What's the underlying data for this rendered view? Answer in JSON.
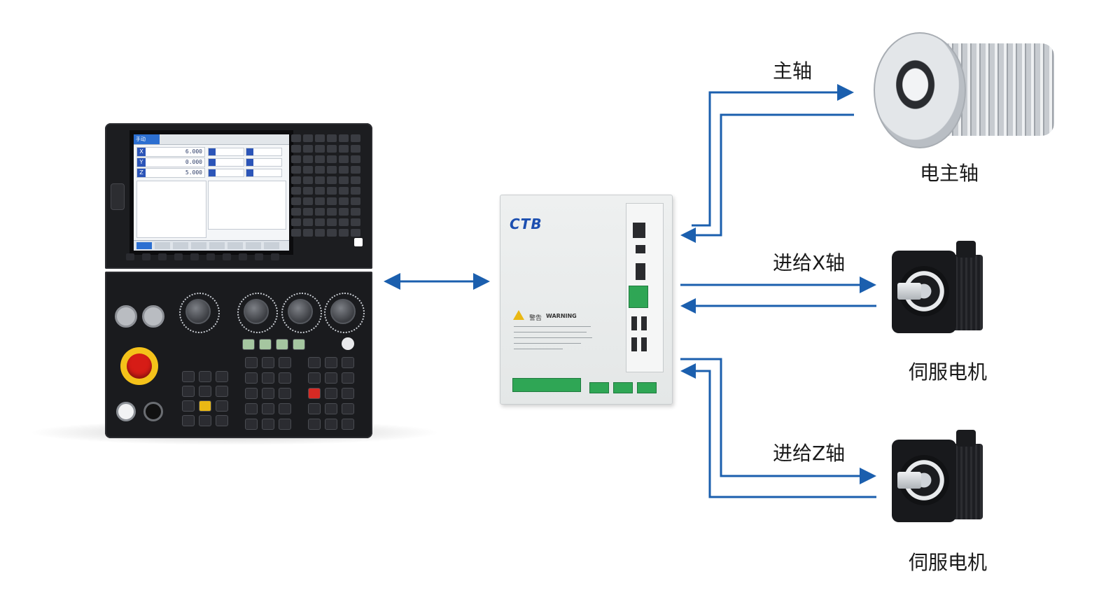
{
  "devices": {
    "cnc_panel": "",
    "controller": {
      "logo": "CTB",
      "warning": "WARNING",
      "warning_zh": "警告"
    },
    "spindle": {
      "label": "电主轴"
    },
    "servo_x": {
      "label": "伺服电机"
    },
    "servo_z": {
      "label": "伺服电机"
    }
  },
  "connections": {
    "spindle_label": "主轴",
    "x_label": "进给X轴",
    "z_label": "进给Z轴"
  },
  "screen": {
    "mode": "手动",
    "axes": [
      {
        "axis": "X",
        "value": "6.000"
      },
      {
        "axis": "Y",
        "value": "0.000"
      },
      {
        "axis": "Z",
        "value": "5.000"
      }
    ]
  },
  "colors": {
    "arrow": "#1b5fae",
    "brand": "#1c4fb0"
  }
}
